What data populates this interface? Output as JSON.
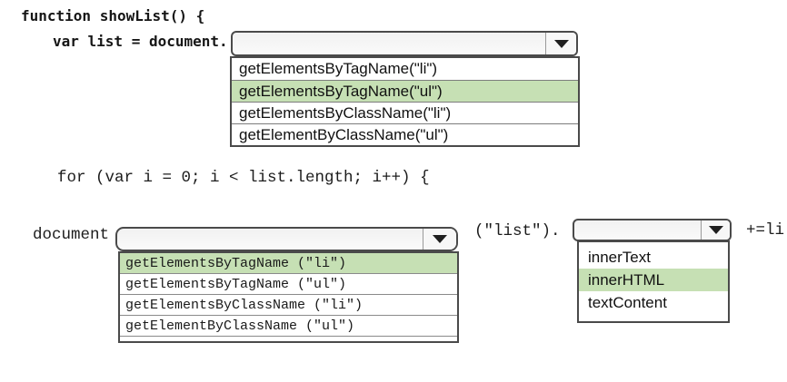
{
  "code": {
    "line1": "function showList() {",
    "line2": "var list = document.",
    "for_line": "for (var i = 0; i < list.length; i++) {",
    "document_label": "document",
    "list_call_label": "(\"list\").",
    "append_suffix": "+=li"
  },
  "dropdown1": {
    "selected_value": "",
    "options": [
      {
        "label": "getElementsByTagName(\"li\")",
        "selected": false
      },
      {
        "label": "getElementsByTagName(\"ul\")",
        "selected": true
      },
      {
        "label": "getElementsByClassName(\"li\")",
        "selected": false
      },
      {
        "label": "getElementByClassName(\"ul\")",
        "selected": false
      }
    ]
  },
  "dropdown2": {
    "selected_value": "",
    "options": [
      {
        "label": "getElementsByTagName (\"li\")",
        "selected": true
      },
      {
        "label": "getElementsByTagName (\"ul\")",
        "selected": false
      },
      {
        "label": "getElementsByClassName (\"li\")",
        "selected": false
      },
      {
        "label": "getElementByClassName (\"ul\")",
        "selected": false
      }
    ]
  },
  "dropdown3": {
    "selected_value": "",
    "options": [
      {
        "label": "innerText",
        "selected": false
      },
      {
        "label": "innerHTML",
        "selected": true
      },
      {
        "label": "textContent",
        "selected": false
      }
    ]
  },
  "colors": {
    "highlight_green": "#c6e0b4",
    "border_dark": "#4a4a4a",
    "text": "#161616",
    "background": "#ffffff"
  }
}
